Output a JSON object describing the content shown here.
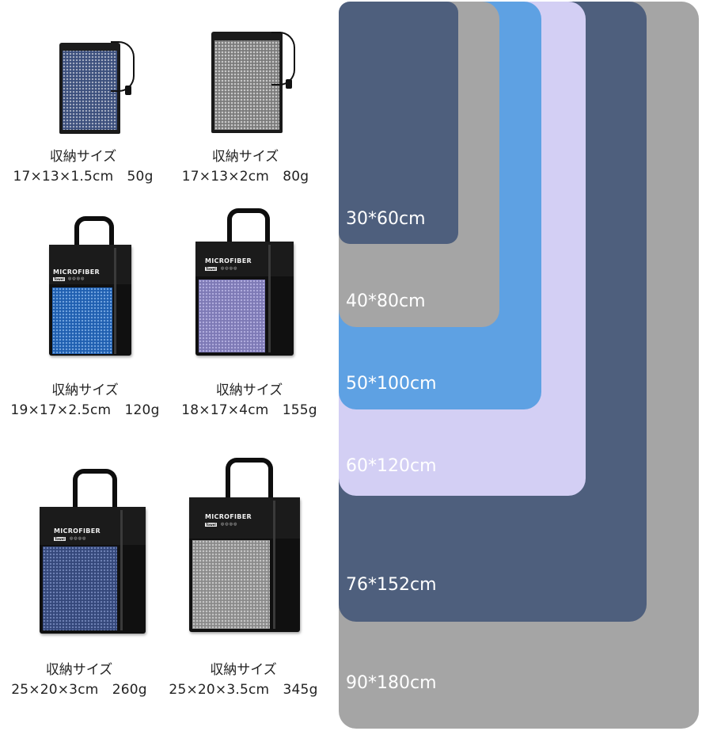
{
  "items": [
    {
      "caption": "収納サイズ",
      "dims": "17×13×1.5cm　50g",
      "bag_color": "#3b4f7c",
      "bag_style": "drawstring"
    },
    {
      "caption": "収納サイズ",
      "dims": "17×13×2cm　80g",
      "bag_color": "#7b7b7b",
      "bag_style": "drawstring"
    },
    {
      "caption": "収納サイズ",
      "dims": "19×17×2.5cm　120g",
      "bag_color": "#1f5fb0",
      "bag_style": "handbag",
      "brand": "MICROFIBER",
      "tag": "Towel",
      "icons": "◎◎◎◎"
    },
    {
      "caption": "収納サイズ",
      "dims": "18×17×4cm　155g",
      "bag_color": "#7d79b5",
      "bag_style": "handbag",
      "brand": "MICROFIBER",
      "tag": "Towel",
      "icons": "◎◎◎◎"
    },
    {
      "caption": "収納サイズ",
      "dims": "25×20×3cm　260g",
      "bag_color": "#34477a",
      "bag_style": "handbag",
      "brand": "MICROFIBER",
      "tag": "Towel",
      "icons": "◎◎◎◎"
    },
    {
      "caption": "収納サイズ",
      "dims": "25×20×3.5cm　345g",
      "bag_color": "#8a8a8a",
      "bag_style": "handbag",
      "brand": "MICROFIBER",
      "tag": "Towel",
      "icons": "◎◎◎◎"
    }
  ],
  "sizes": [
    {
      "label": "90*180cm",
      "color": "#a5a5a5"
    },
    {
      "label": "76*152cm",
      "color": "#4e5f7d"
    },
    {
      "label": "60*120cm",
      "color": "#d3cff4"
    },
    {
      "label": "50*100cm",
      "color": "#5ea1e3"
    },
    {
      "label": "40*80cm",
      "color": "#a5a5a5"
    },
    {
      "label": "30*60cm",
      "color": "#4e5f7d"
    }
  ]
}
